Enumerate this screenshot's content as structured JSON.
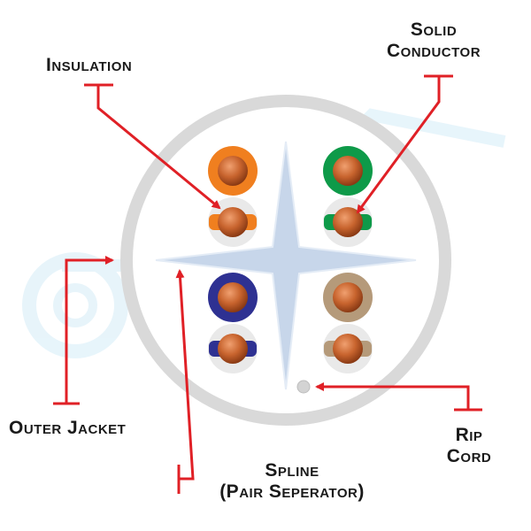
{
  "labels": {
    "insulation": "Insulation",
    "solid_conductor_line1": "Solid",
    "solid_conductor_line2": "Conductor",
    "outer_jacket": "Outer Jacket",
    "rip_cord_line1": "Rip",
    "rip_cord_line2": "Cord",
    "spline_line1": "Spline",
    "spline_line2": "(Pair Seperator)"
  },
  "wire_pairs": [
    {
      "name": "orange",
      "color": "#f07f1f"
    },
    {
      "name": "green",
      "color": "#0e9a49"
    },
    {
      "name": "blue",
      "color": "#2e3192"
    },
    {
      "name": "brown",
      "color": "#b59a7a"
    }
  ],
  "colors": {
    "callout": "#e02026",
    "jacket": "#d9d9d9",
    "jacket_fill": "#ffffff",
    "copper": "#c8642e",
    "spline": "#c7d6ea",
    "watermark": "#d4ecf7"
  }
}
